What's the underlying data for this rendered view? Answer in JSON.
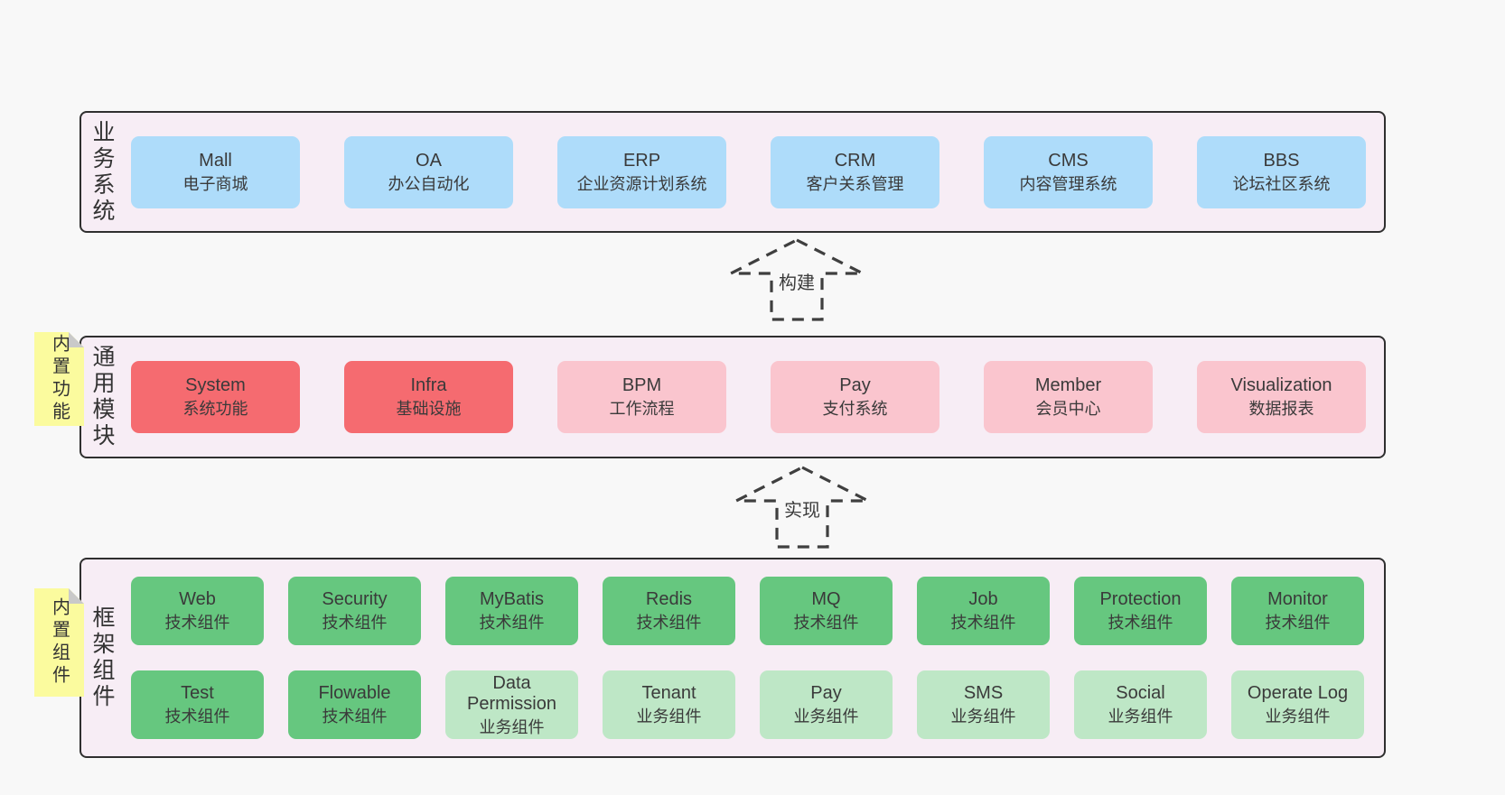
{
  "colors": {
    "page_bg": "#f8f8f8",
    "section_bg": "#f7edf5",
    "section_border": "#2f2f2f",
    "blue_box": "#aedcfa",
    "red_box": "#f56b70",
    "pink_box": "#fac5ce",
    "green_box": "#66c77f",
    "light_green_box": "#bee7c6",
    "note_yellow": "#fbfb9e",
    "note_fold_gray": "#c9c9c9",
    "text": "#3a3a3a"
  },
  "sections": {
    "business": {
      "label": "业务系统",
      "boxes": [
        {
          "title": "Mall",
          "subtitle": "电子商城"
        },
        {
          "title": "OA",
          "subtitle": "办公自动化"
        },
        {
          "title": "ERP",
          "subtitle": "企业资源计划系统"
        },
        {
          "title": "CRM",
          "subtitle": "客户关系管理"
        },
        {
          "title": "CMS",
          "subtitle": "内容管理系统"
        },
        {
          "title": "BBS",
          "subtitle": "论坛社区系统"
        }
      ]
    },
    "modules": {
      "label": "通用模块",
      "note": "内置功能",
      "boxes": [
        {
          "title": "System",
          "subtitle": "系统功能",
          "variant": "red"
        },
        {
          "title": "Infra",
          "subtitle": "基础设施",
          "variant": "red"
        },
        {
          "title": "BPM",
          "subtitle": "工作流程",
          "variant": "pink"
        },
        {
          "title": "Pay",
          "subtitle": "支付系统",
          "variant": "pink"
        },
        {
          "title": "Member",
          "subtitle": "会员中心",
          "variant": "pink"
        },
        {
          "title": "Visualization",
          "subtitle": "数据报表",
          "variant": "pink"
        }
      ]
    },
    "components": {
      "label": "框架组件",
      "note": "内置组件",
      "row1": [
        {
          "title": "Web",
          "subtitle": "技术组件"
        },
        {
          "title": "Security",
          "subtitle": "技术组件"
        },
        {
          "title": "MyBatis",
          "subtitle": "技术组件"
        },
        {
          "title": "Redis",
          "subtitle": "技术组件"
        },
        {
          "title": "MQ",
          "subtitle": "技术组件"
        },
        {
          "title": "Job",
          "subtitle": "技术组件"
        },
        {
          "title": "Protection",
          "subtitle": "技术组件"
        },
        {
          "title": "Monitor",
          "subtitle": "技术组件"
        }
      ],
      "row2": [
        {
          "title": "Test",
          "subtitle": "技术组件",
          "variant": "green"
        },
        {
          "title": "Flowable",
          "subtitle": "技术组件",
          "variant": "green"
        },
        {
          "title": "Data Permission",
          "subtitle": "业务组件",
          "variant": "lightgreen"
        },
        {
          "title": "Tenant",
          "subtitle": "业务组件",
          "variant": "lightgreen"
        },
        {
          "title": "Pay",
          "subtitle": "业务组件",
          "variant": "lightgreen"
        },
        {
          "title": "SMS",
          "subtitle": "业务组件",
          "variant": "lightgreen"
        },
        {
          "title": "Social",
          "subtitle": "业务组件",
          "variant": "lightgreen"
        },
        {
          "title": "Operate Log",
          "subtitle": "业务组件",
          "variant": "lightgreen"
        }
      ]
    }
  },
  "arrows": {
    "build": "构建",
    "implement": "实现"
  }
}
